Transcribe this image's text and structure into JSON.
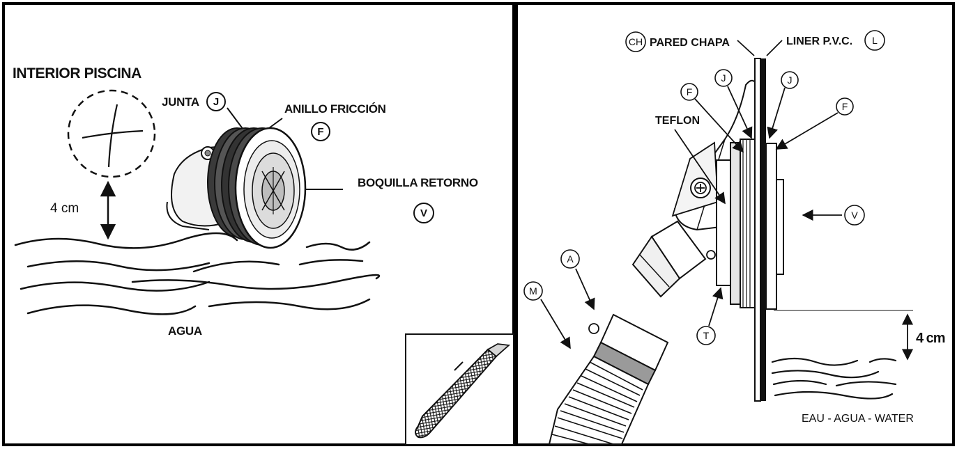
{
  "left_panel": {
    "interior_label": "INTERIOR PISCINA",
    "distance_label": "4 cm",
    "gasket_label": "JUNTA",
    "gasket_letter": "J",
    "ring_label": "ANILLO FRICCIÓN",
    "ring_letter": "F",
    "nozzle_label": "BOQUILLA RETORNO",
    "nozzle_letter": "V",
    "water_label": "AGUA"
  },
  "right_panel": {
    "wall_letter": "CH",
    "wall_label": "PARED CHAPA",
    "liner_label": "LINER P.V.C.",
    "liner_letter": "L",
    "gasket_letter_left": "J",
    "gasket_letter_right": "J",
    "ring_letter_left": "F",
    "ring_letter_right": "F",
    "teflon_label": "TEFLON",
    "nozzle_letter": "V",
    "body_letter": "T",
    "adapter_letter": "A",
    "hose_letter": "M",
    "distance_label": "4 cm",
    "water_label": "EAU - AGUA - WATER"
  },
  "colors": {
    "ink": "#111111",
    "frame": "#000000",
    "paper": "#ffffff",
    "shade": "#cfcfcf"
  }
}
